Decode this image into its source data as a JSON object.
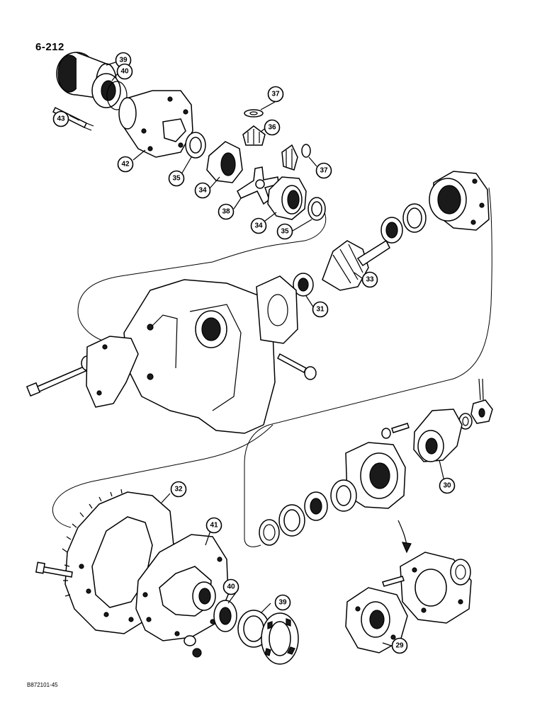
{
  "page_number": "6-212",
  "figure_id": "B872101-45",
  "callouts": [
    {
      "id": "c39a",
      "label": "39"
    },
    {
      "id": "c40a",
      "label": "40"
    },
    {
      "id": "c43",
      "label": "43"
    },
    {
      "id": "c42",
      "label": "42"
    },
    {
      "id": "c37a",
      "label": "37"
    },
    {
      "id": "c36",
      "label": "36"
    },
    {
      "id": "c37b",
      "label": "37"
    },
    {
      "id": "c35a",
      "label": "35"
    },
    {
      "id": "c34a",
      "label": "34"
    },
    {
      "id": "c38",
      "label": "38"
    },
    {
      "id": "c34b",
      "label": "34"
    },
    {
      "id": "c35b",
      "label": "35"
    },
    {
      "id": "c33",
      "label": "33"
    },
    {
      "id": "c31",
      "label": "31"
    },
    {
      "id": "c30",
      "label": "30"
    },
    {
      "id": "c32",
      "label": "32"
    },
    {
      "id": "c41",
      "label": "41"
    },
    {
      "id": "c40b",
      "label": "40"
    },
    {
      "id": "c39b",
      "label": "39"
    },
    {
      "id": "c29",
      "label": "29"
    }
  ]
}
